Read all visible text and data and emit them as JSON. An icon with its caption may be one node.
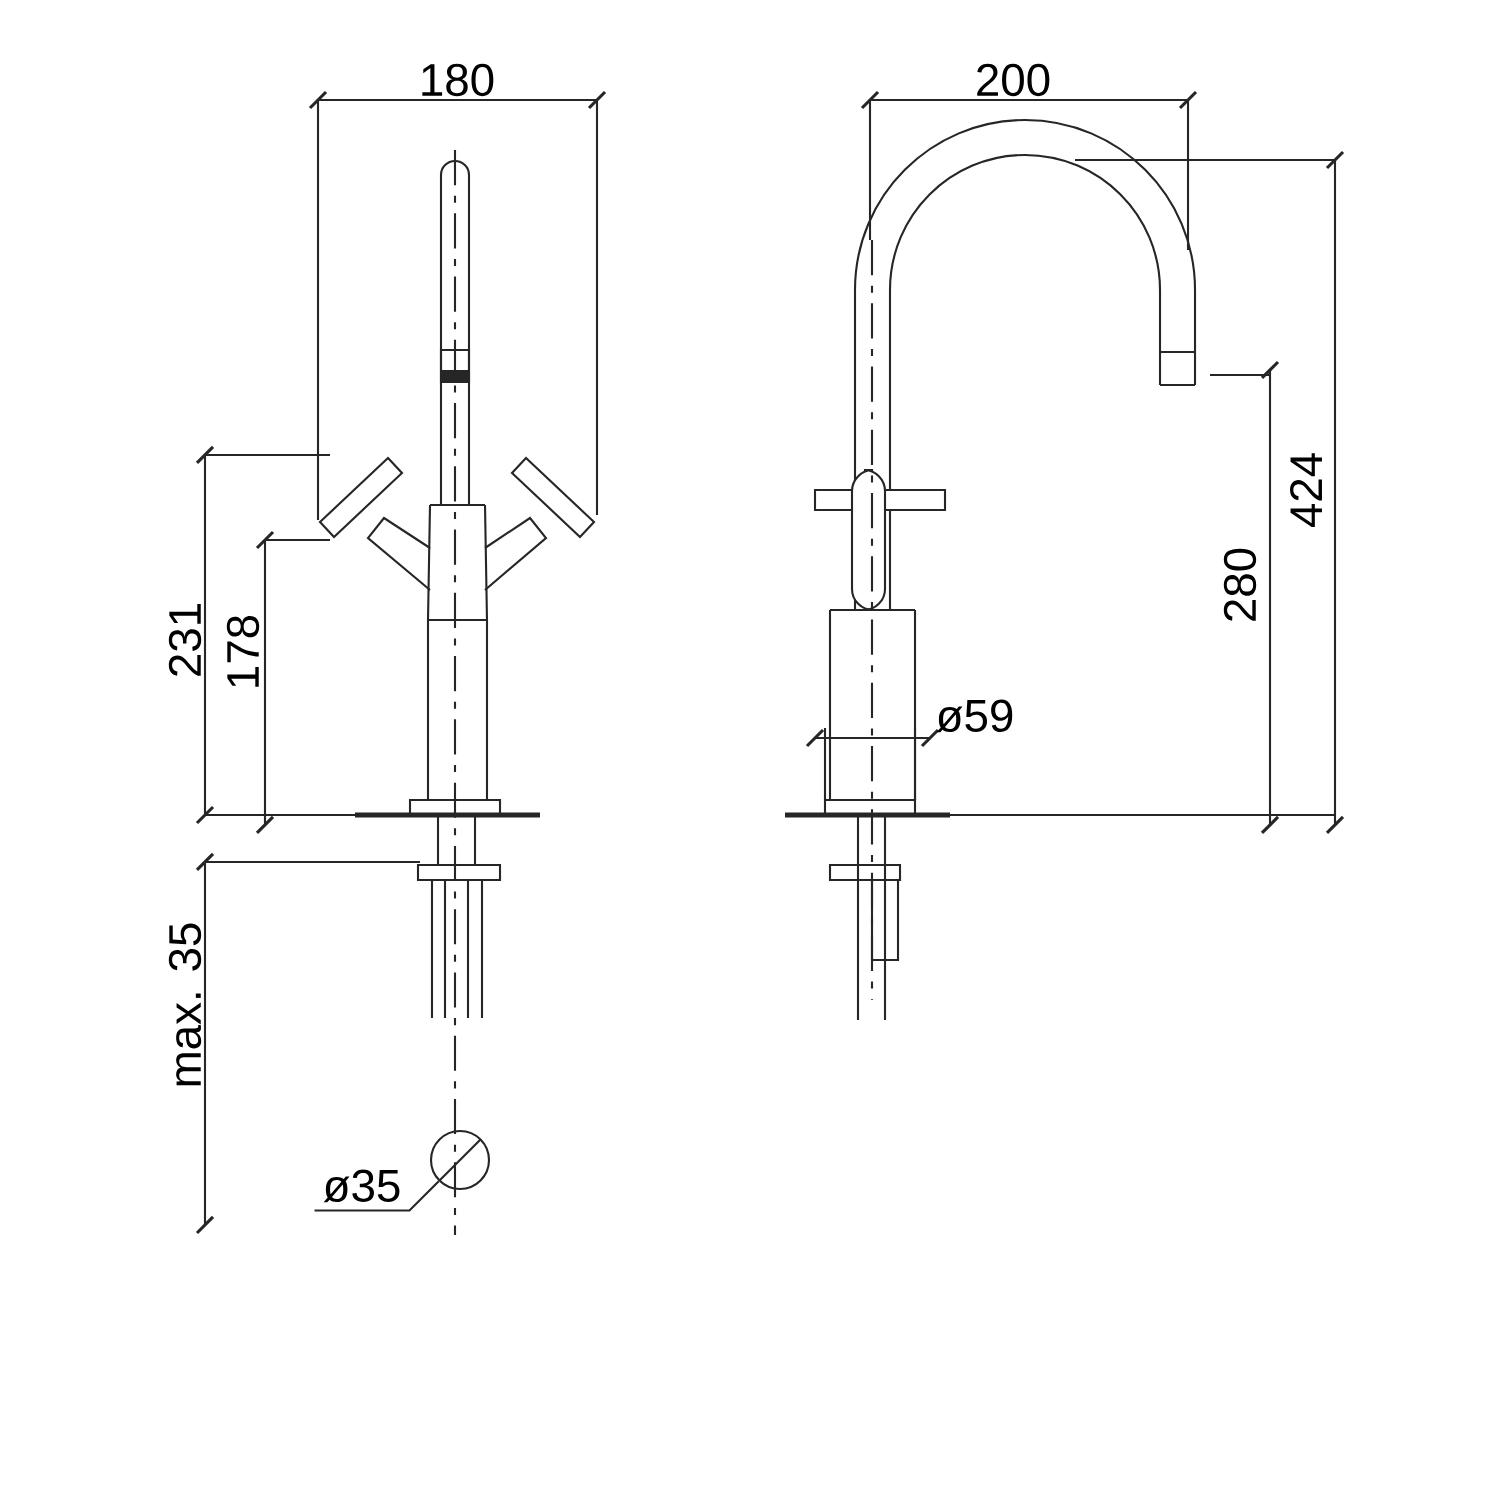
{
  "diagram": {
    "nodes": [
      {
        "text": [
          "ø35"
        ]
      },
      {
        "text": [],
        "shape": "circle"
      }
    ],
    "edges": [
      {
        "from": 0,
        "to": 1,
        "arrow": "none"
      }
    ],
    "labels": [
      "180",
      "200",
      "424",
      "231",
      "178",
      "280",
      "ø59",
      "max. 35"
    ]
  }
}
